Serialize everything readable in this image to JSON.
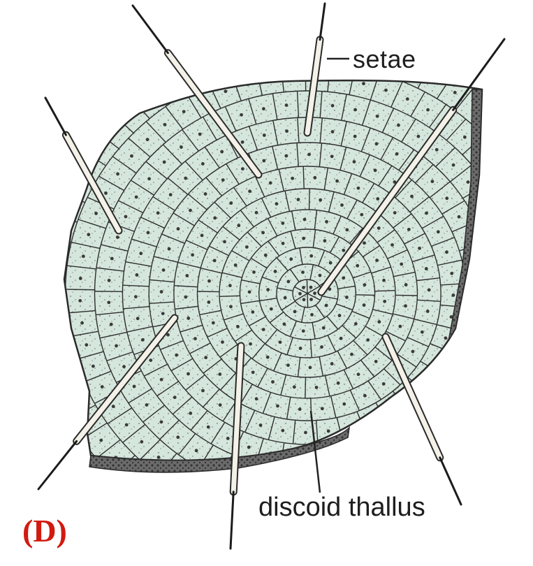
{
  "figure": {
    "panel_label": "(D)",
    "labels": {
      "setae": "setae",
      "discoid_thallus": "discoid thallus"
    }
  },
  "colors": {
    "background": "#ffffff",
    "cell_fill": "#d5e6dd",
    "outline": "#2a2a2a",
    "panel_label": "#d21a10"
  }
}
